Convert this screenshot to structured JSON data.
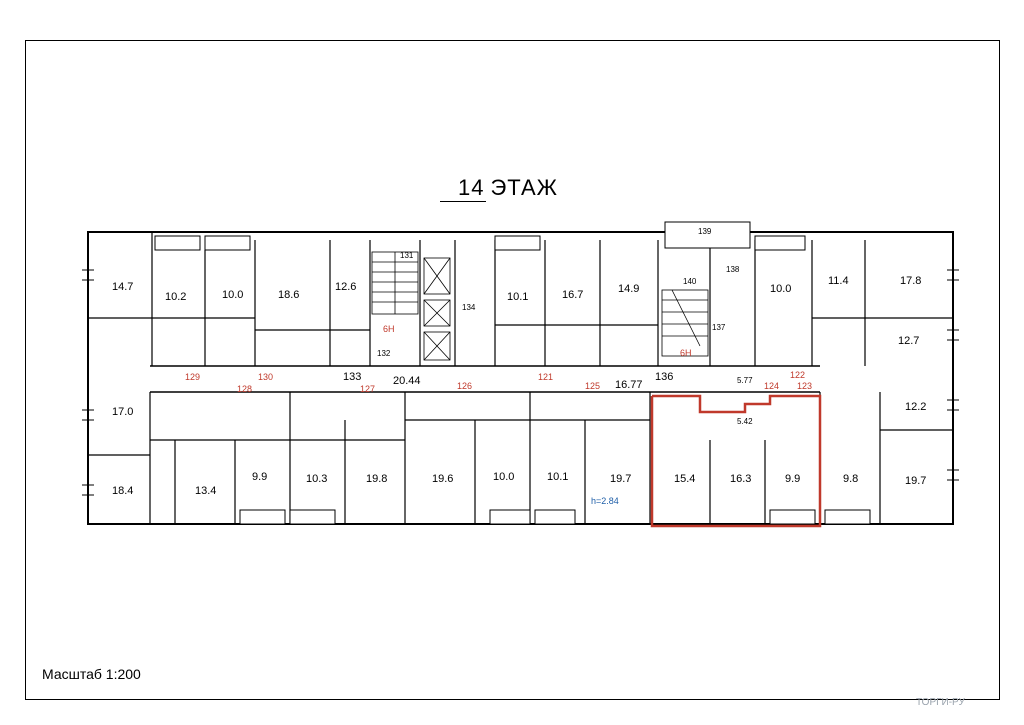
{
  "title": {
    "floor_number": "14",
    "floor_word": "ЭТАЖ"
  },
  "scale_label": "Масштаб 1:200",
  "watermark": "ТОРГИ-РУ",
  "colors": {
    "highlight": "#c0392b",
    "line": "#000000",
    "blue_note": "#1f5fa8"
  },
  "corridor": {
    "number": "133",
    "length": "20.44",
    "right_number": "136",
    "right_length": "16.77",
    "right_width": "5.77"
  },
  "height_note": "h=2.84",
  "highlight": {
    "apartment": "124",
    "room_area_main": "15.4",
    "room_area_second": "16.3",
    "room_area_kitchen": "9.9",
    "hall_area": "5.42"
  },
  "apartment_numbers": [
    {
      "id": "129",
      "label": "129"
    },
    {
      "id": "130",
      "label": "130"
    },
    {
      "id": "128",
      "label": "128"
    },
    {
      "id": "127",
      "label": "127"
    },
    {
      "id": "126",
      "label": "126"
    },
    {
      "id": "121",
      "label": "121"
    },
    {
      "id": "125",
      "label": "125"
    },
    {
      "id": "124",
      "label": "124"
    },
    {
      "id": "122",
      "label": "122"
    },
    {
      "id": "123",
      "label": "123"
    }
  ],
  "rooms": [
    {
      "id": "r-top-1",
      "label": "14.7"
    },
    {
      "id": "r-top-2",
      "label": "10.2"
    },
    {
      "id": "r-top-3",
      "label": "10.0"
    },
    {
      "id": "r-top-4",
      "label": "18.6"
    },
    {
      "id": "r-top-5",
      "label": "12.6"
    },
    {
      "id": "r-top-6",
      "label": "10.1"
    },
    {
      "id": "r-top-7",
      "label": "16.7"
    },
    {
      "id": "r-top-8",
      "label": "14.9"
    },
    {
      "id": "r-top-9",
      "label": "11.4"
    },
    {
      "id": "r-top-10",
      "label": "17.8"
    },
    {
      "id": "r-top-11",
      "label": "10.0"
    },
    {
      "id": "r-top-12",
      "label": "12.7"
    },
    {
      "id": "r-bot-1",
      "label": "17.0"
    },
    {
      "id": "r-bot-2",
      "label": "18.4"
    },
    {
      "id": "r-bot-3",
      "label": "13.4"
    },
    {
      "id": "r-bot-4",
      "label": "9.9"
    },
    {
      "id": "r-bot-5",
      "label": "10.3"
    },
    {
      "id": "r-bot-6",
      "label": "19.8"
    },
    {
      "id": "r-bot-7",
      "label": "19.6"
    },
    {
      "id": "r-bot-8",
      "label": "10.0"
    },
    {
      "id": "r-bot-9",
      "label": "10.1"
    },
    {
      "id": "r-bot-10",
      "label": "19.7"
    },
    {
      "id": "r-bot-11",
      "label": "9.8"
    },
    {
      "id": "r-bot-12",
      "label": "19.7"
    },
    {
      "id": "r-bot-13",
      "label": "12.2"
    }
  ],
  "misc_labels": {
    "stair_left": "131",
    "lift_left": "134",
    "shaft_left": "6Н",
    "stair_right": "140",
    "lift_right": "137",
    "shaft_right": "6Н",
    "room_139": "139",
    "room_138": "138",
    "room_132": "132"
  }
}
